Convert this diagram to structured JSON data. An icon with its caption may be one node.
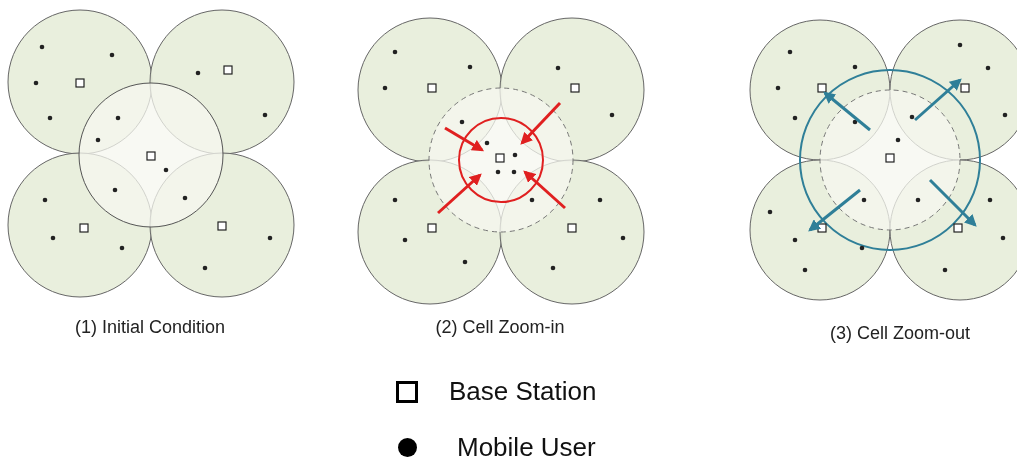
{
  "diagram": {
    "labels": [
      "(1) Initial Condition",
      "(2) Cell Zoom-in",
      "(3) Cell Zoom-out"
    ],
    "legend": [
      {
        "text": "Base Station"
      },
      {
        "text": "Mobile User"
      }
    ]
  }
}
